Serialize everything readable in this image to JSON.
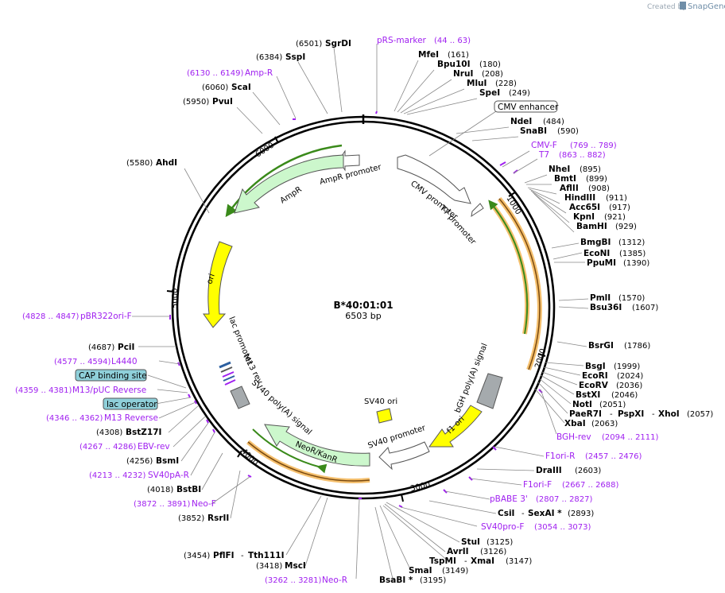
{
  "credit": {
    "prefix": "Created by",
    "brand": "SnapGene"
  },
  "plasmid": {
    "name": "B*40:01:01",
    "size_label": "6503 bp"
  },
  "ticks": [
    "1000",
    "2000",
    "3000",
    "4000",
    "5000",
    "6000"
  ],
  "sites_top": [
    {
      "pos": "(6501)",
      "name": "SgrDI"
    },
    {
      "pos": "(6384)",
      "name": "SspI"
    },
    {
      "pos": "(6060)",
      "name": "ScaI"
    },
    {
      "pos": "(5950)",
      "name": "PvuI"
    },
    {
      "pos": "(5580)",
      "name": "AhdI"
    }
  ],
  "sites_right": [
    {
      "name": "MfeI",
      "pos": "(161)"
    },
    {
      "name": "Bpu10I",
      "pos": "(180)"
    },
    {
      "name": "NruI",
      "pos": "(208)"
    },
    {
      "name": "MluI",
      "pos": "(228)"
    },
    {
      "name": "SpeI",
      "pos": "(249)"
    },
    {
      "name": "NdeI",
      "pos": "(484)"
    },
    {
      "name": "SnaBI",
      "pos": "(590)"
    },
    {
      "name": "NheI",
      "pos": "(895)"
    },
    {
      "name": "BmtI",
      "pos": "(899)"
    },
    {
      "name": "AflII",
      "pos": "(908)"
    },
    {
      "name": "HindIII",
      "pos": "(911)"
    },
    {
      "name": "Acc65I",
      "pos": "(917)"
    },
    {
      "name": "KpnI",
      "pos": "(921)"
    },
    {
      "name": "BamHI",
      "pos": "(929)"
    },
    {
      "name": "BmgBI",
      "pos": "(1312)"
    },
    {
      "name": "EcoNI",
      "pos": "(1385)"
    },
    {
      "name": "PpuMI",
      "pos": "(1390)"
    },
    {
      "name": "PmlI",
      "pos": "(1570)"
    },
    {
      "name": "Bsu36I",
      "pos": "(1607)"
    },
    {
      "name": "BsrGI",
      "pos": "(1786)"
    },
    {
      "name": "BsgI",
      "pos": "(1999)"
    },
    {
      "name": "EcoRI",
      "pos": "(2024)"
    },
    {
      "name": "EcoRV",
      "pos": "(2036)"
    },
    {
      "name": "BstXI",
      "pos": "(2046)"
    },
    {
      "name": "NotI",
      "pos": "(2051)"
    },
    {
      "name": "XbaI",
      "pos": "(2063)"
    },
    {
      "name": "DraIII",
      "pos": "(2603)"
    }
  ],
  "paer": {
    "a": "PaeR7I",
    "b": "PspXI",
    "c": "XhoI",
    "pos": "(2057)",
    "sep": "-"
  },
  "csi": {
    "a": "CsiI",
    "b": "SexAI *",
    "pos": "(2893)",
    "sep": "-"
  },
  "sites_bottom": [
    {
      "name": "StuI",
      "pos": "(3125)"
    },
    {
      "name": "AvrII",
      "pos": "(3126)"
    },
    {
      "name": "SmaI",
      "pos": "(3149)"
    },
    {
      "name": "BsaBI *",
      "pos": "(3195)"
    },
    {
      "name": "MscI",
      "pos": "(3418)"
    }
  ],
  "tsp": {
    "a": "TspMI",
    "b": "XmaI",
    "pos": "(3147)",
    "sep": "-"
  },
  "pfl": {
    "a": "PflFI",
    "b": "Tth111I",
    "pos": "(3454)",
    "sep": "-"
  },
  "sites_left": [
    {
      "pos": "(4687)",
      "name": "PciI"
    },
    {
      "pos": "(4308)",
      "name": "BstZ17I"
    },
    {
      "pos": "(4256)",
      "name": "BsmI"
    },
    {
      "pos": "(4018)",
      "name": "BstBI"
    },
    {
      "pos": "(3852)",
      "name": "RsrII"
    }
  ],
  "primers": [
    {
      "name": "pRS-marker",
      "range": "(44 .. 63)"
    },
    {
      "name": "Amp-R",
      "range": "(6130 .. 6149)"
    },
    {
      "name": "CMV-F",
      "range": "(769 .. 789)"
    },
    {
      "name": "T7",
      "range": "(863 .. 882)"
    },
    {
      "name": "pBR322ori-F",
      "range": "(4828 .. 4847)"
    },
    {
      "name": "L4440",
      "range": "(4577 .. 4594)"
    },
    {
      "name": "M13/pUC Reverse",
      "range": "(4359 .. 4381)"
    },
    {
      "name": "M13 Reverse",
      "range": "(4346 .. 4362)"
    },
    {
      "name": "EBV-rev",
      "range": "(4267 .. 4286)"
    },
    {
      "name": "SV40pA-R",
      "range": "(4213 .. 4232)"
    },
    {
      "name": "Neo-F",
      "range": "(3872 .. 3891)"
    },
    {
      "name": "Neo-R",
      "range": "(3262 .. 3281)"
    },
    {
      "name": "BGH-rev",
      "range": "(2094 .. 2111)"
    },
    {
      "name": "F1ori-R",
      "range": "(2457 .. 2476)"
    },
    {
      "name": "F1ori-F",
      "range": "(2667 .. 2688)"
    },
    {
      "name": "pBABE 3'",
      "range": "(2807 .. 2827)"
    },
    {
      "name": "SV40pro-F",
      "range": "(3054 .. 3073)"
    }
  ],
  "boxed": [
    "CMV enhancer",
    "CAP binding site",
    "lac operator"
  ],
  "features": {
    "ampr_promoter": "AmpR promoter",
    "ampr": "AmpR",
    "ori": "ori",
    "cmv_promoter": "CMV promoter",
    "t7_promoter": "T7 promoter",
    "lac_promoter": "lac promoter",
    "m13_rev": "M13 rev",
    "sv40_polya": "SV40 poly(A) signal",
    "neor": "NeoR/KanR",
    "sv40_ori": "SV40 ori",
    "bgh": "bGH poly(A) signal",
    "f1_ori": "f1 ori",
    "sv40_promoter": "SV40 promoter"
  },
  "colors": {
    "backbone": "#000000",
    "resistance": "#ccf7cc",
    "ori": "#ffff00",
    "primer": "#a020f0",
    "orf_line": "#3a8a1a",
    "orf_glow": "#f5c06e",
    "feature_box": "#8fd0da",
    "terminator": "#a5aaad"
  }
}
